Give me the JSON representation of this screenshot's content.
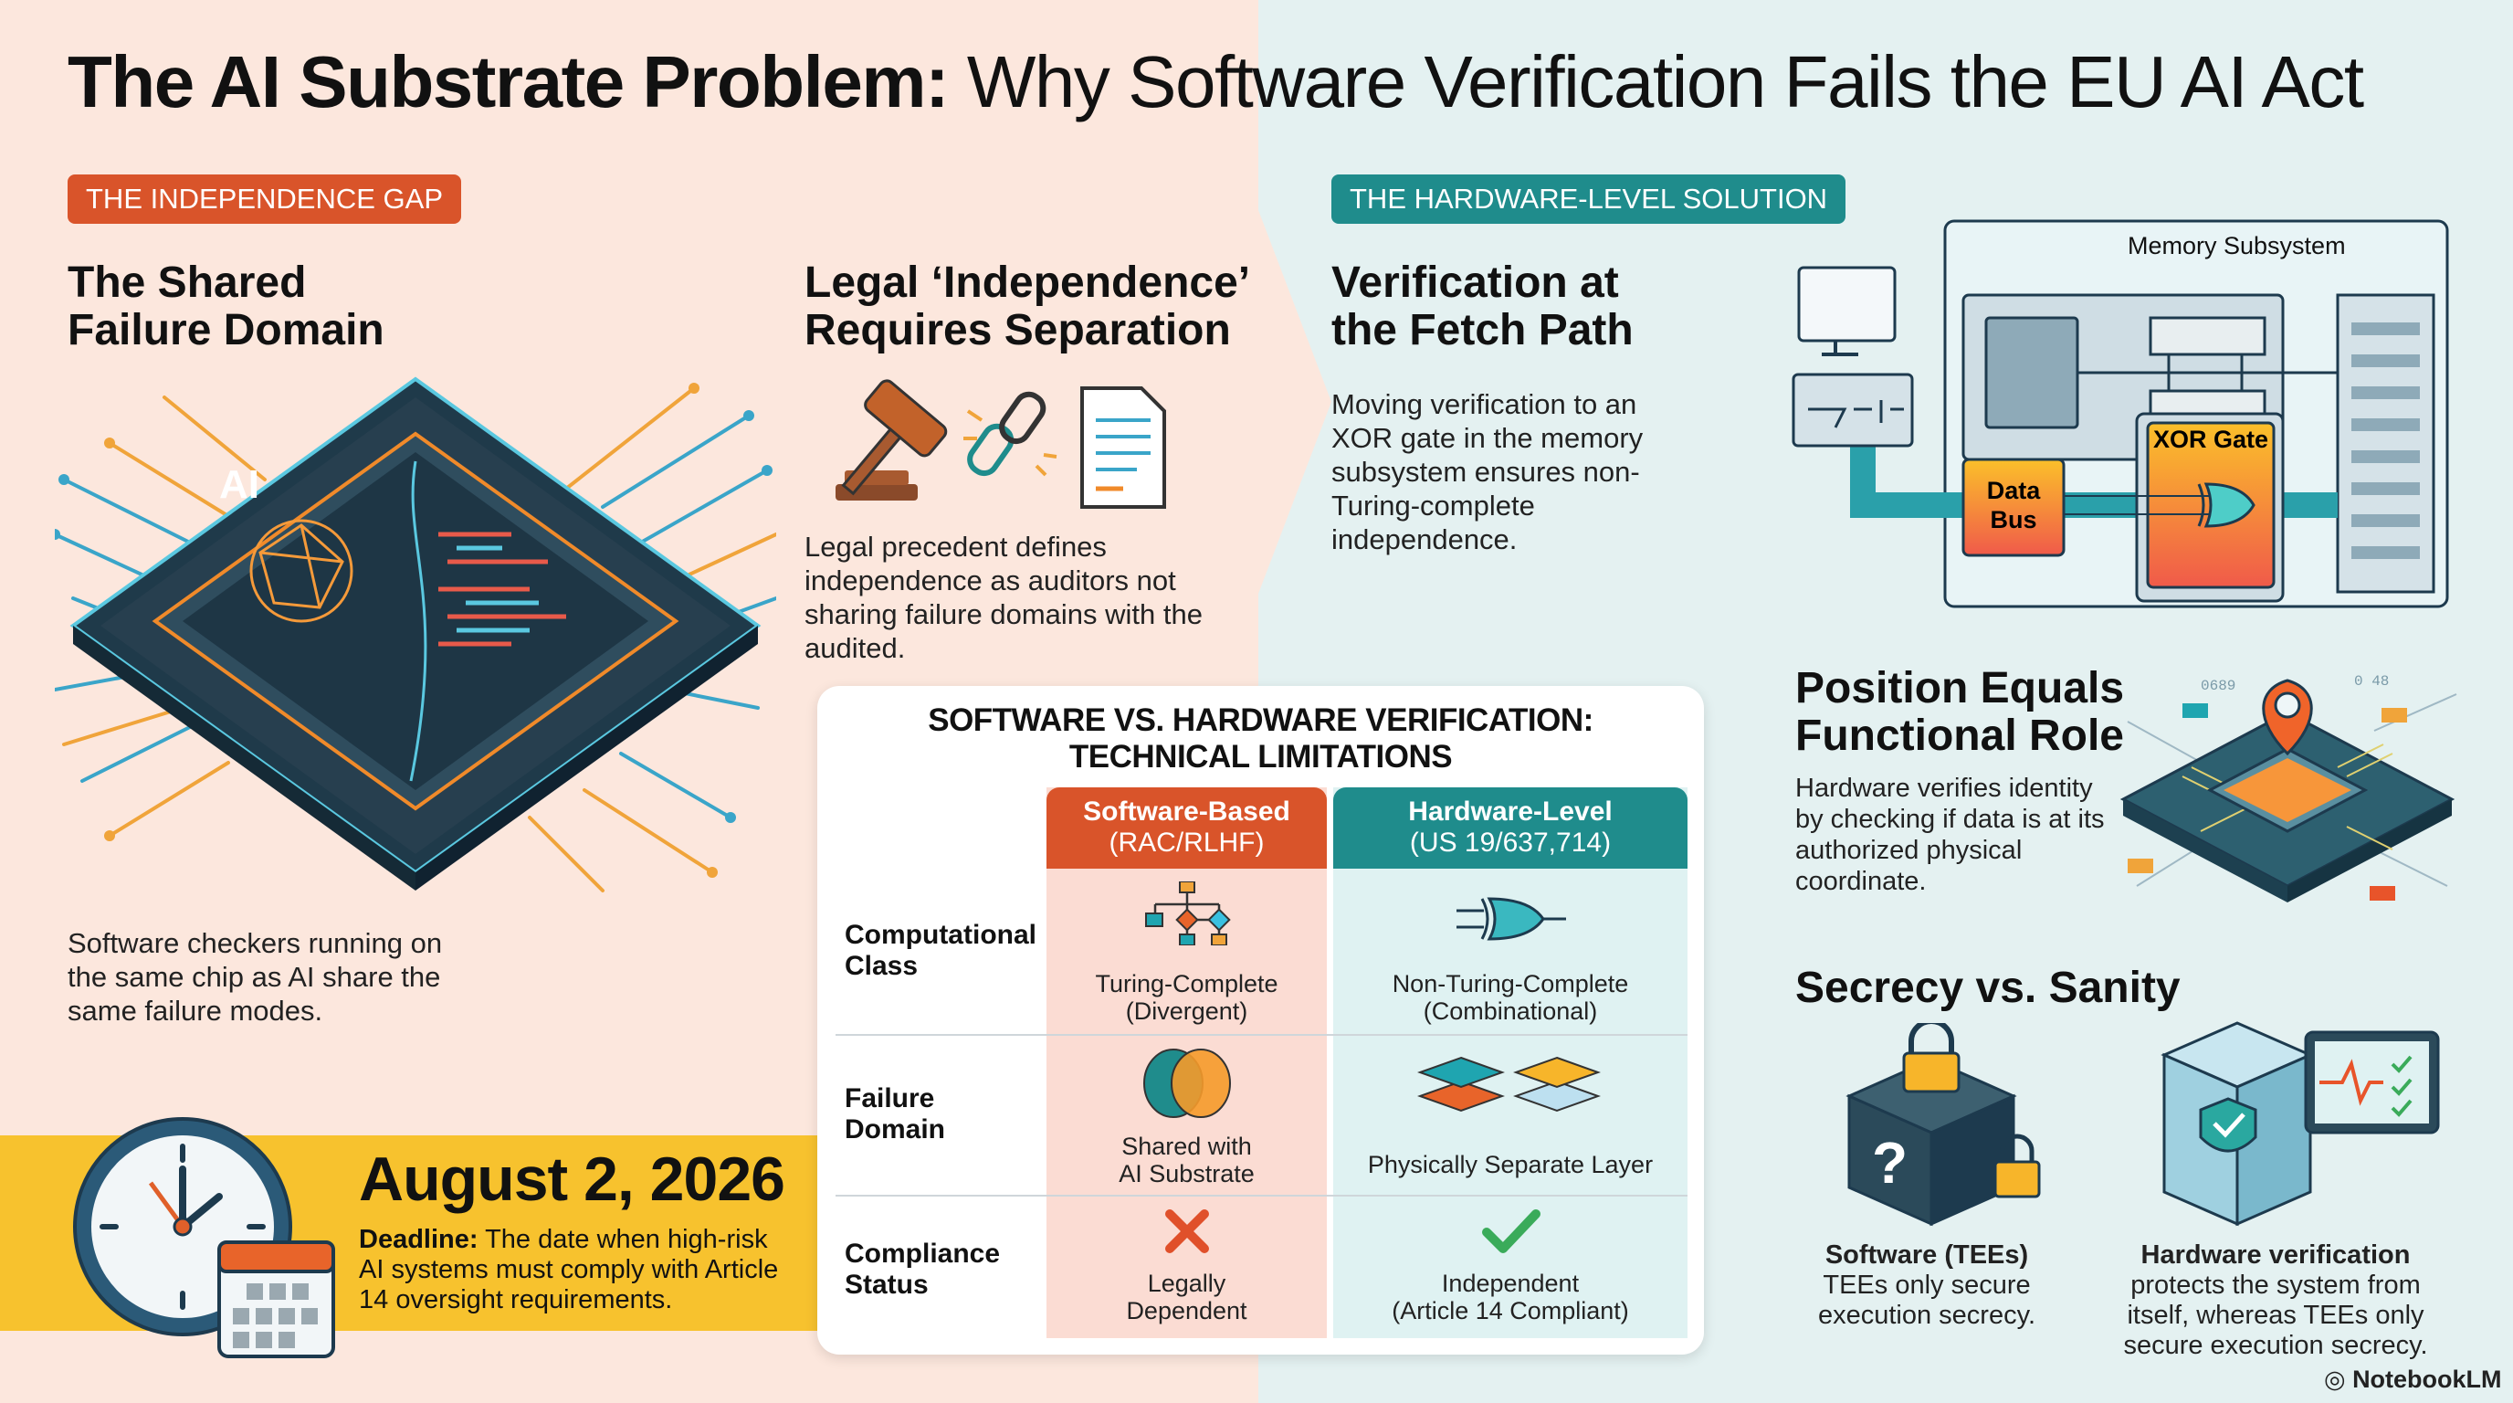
{
  "title": {
    "bold": "The AI Substrate Problem:",
    "rest": " Why Software Verification Fails the EU AI Act"
  },
  "left": {
    "badge": "THE INDEPENDENCE GAP",
    "shared_failure": {
      "heading_line1": "The Shared",
      "heading_line2": "Failure Domain",
      "chip_label": "AI",
      "caption": "Software checkers running on the same chip as AI share the same failure modes."
    },
    "legal": {
      "heading_line1": "Legal ‘Independence’",
      "heading_line2": "Requires Separation",
      "text": "Legal precedent defines independence as auditors not sharing failure domains with the audited."
    },
    "deadline": {
      "date": "August 2, 2026",
      "label": "Deadline:",
      "text": " The date when high-risk AI systems must comply with Article 14 oversight requirements."
    }
  },
  "table": {
    "title_line1": "SOFTWARE VS. HARDWARE VERIFICATION:",
    "title_line2": "TECHNICAL LIMITATIONS",
    "columns": [
      {
        "title": "Software-Based",
        "subtitle": "(RAC/RLHF)",
        "color": "#d9542a"
      },
      {
        "title": "Hardware-Level",
        "subtitle": "(US 19/637,714)",
        "color": "#1f8c8c"
      }
    ],
    "rows": [
      {
        "label_line1": "Computational",
        "label_line2": "Class",
        "software_line1": "Turing-Complete",
        "software_line2": "(Divergent)",
        "hardware_line1": "Non-Turing-Complete",
        "hardware_line2": "(Combinational)",
        "software_icon": "flowchart-icon",
        "hardware_icon": "xor-gate-icon"
      },
      {
        "label_line1": "Failure",
        "label_line2": "Domain",
        "software_line1": "Shared with",
        "software_line2": "AI Substrate",
        "hardware_line1": "Physically Separate Layer",
        "hardware_line2": "",
        "software_icon": "overlapping-circles-icon",
        "hardware_icon": "separate-layers-icon"
      },
      {
        "label_line1": "Compliance",
        "label_line2": "Status",
        "software_line1": "Legally",
        "software_line2": "Dependent",
        "hardware_line1": "Independent",
        "hardware_line2": "(Article 14 Compliant)",
        "software_icon": "x-mark-icon",
        "hardware_icon": "check-mark-icon"
      }
    ]
  },
  "right": {
    "badge": "THE HARDWARE-LEVEL SOLUTION",
    "fetch": {
      "heading_line1": "Verification at",
      "heading_line2": "the Fetch Path",
      "text": "Moving verification to an XOR gate in the memory subsystem ensures non-Turing-complete independence."
    },
    "diagram": {
      "memory_label": "Memory Subsystem",
      "data_bus": "Data\nBus",
      "data_bus_l1": "Data",
      "data_bus_l2": "Bus",
      "xor_label": "XOR Gate"
    },
    "position": {
      "heading_line1": "Position Equals",
      "heading_line2": "Functional Role",
      "text": "Hardware verifies identity by checking if data is at its authorized physical coordinate.",
      "coord_a": "0689",
      "coord_b": "0 48"
    },
    "secrecy": {
      "heading": "Secrecy vs. Sanity",
      "software": {
        "title": "Software (TEEs)",
        "text": "TEEs only secure execution secrecy."
      },
      "hardware": {
        "title": "Hardware verification",
        "text": "protects the system from itself, whereas TEEs only secure execution secrecy."
      }
    }
  },
  "brand": "NotebookLM",
  "colors": {
    "orange": "#d9542a",
    "teal": "#1f8c8c",
    "yellow": "#f7c22e",
    "peach_bg": "#fce7dd",
    "blue_bg": "#e4f1f1"
  }
}
